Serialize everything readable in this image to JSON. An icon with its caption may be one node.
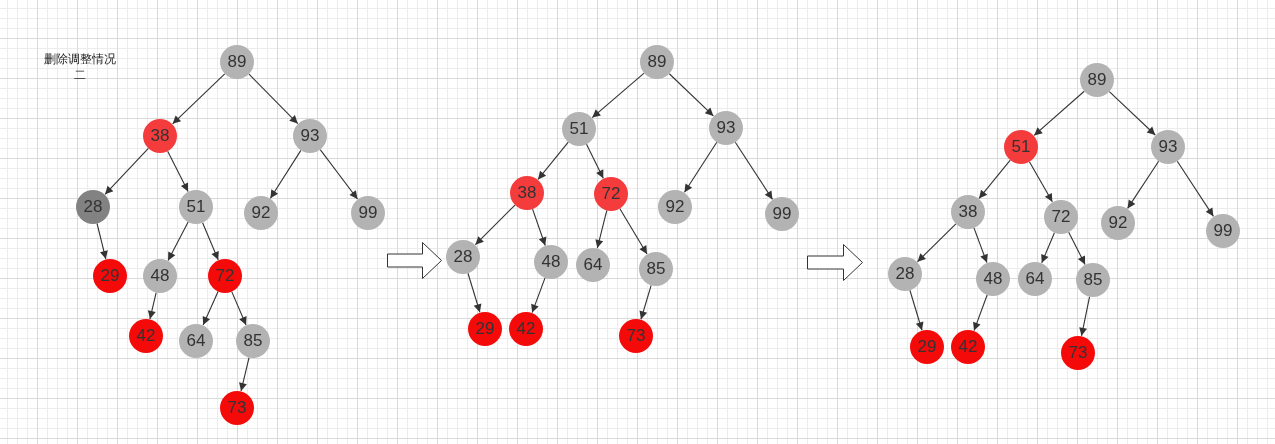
{
  "diagram": {
    "title": "删除调整情况二",
    "nodes": [
      {
        "text": [],
        "shape": "picture"
      },
      {
        "text": [
          "89"
        ],
        "in": 0
      },
      {
        "text": [
          "38"
        ],
        "in": 0
      },
      {
        "text": [
          "93"
        ],
        "in": 0
      },
      {
        "text": [
          "28"
        ],
        "in": 0
      },
      {
        "text": [
          "51"
        ],
        "in": 0
      },
      {
        "text": [
          "92"
        ],
        "in": 0
      },
      {
        "text": [
          "99"
        ],
        "in": 0
      },
      {
        "text": [
          "29"
        ],
        "in": 0
      },
      {
        "text": [
          "48"
        ],
        "in": 0
      },
      {
        "text": [
          "72"
        ],
        "in": 0
      },
      {
        "text": [
          "42"
        ],
        "in": 0
      },
      {
        "text": [
          "64"
        ],
        "in": 0
      },
      {
        "text": [
          "85"
        ],
        "in": 0
      },
      {
        "text": [
          "73"
        ],
        "in": 0
      },
      {
        "text": [],
        "shape": "picture"
      },
      {
        "text": [
          "89"
        ],
        "in": 15
      },
      {
        "text": [
          "51"
        ],
        "in": 15
      },
      {
        "text": [
          "93"
        ],
        "in": 15
      },
      {
        "text": [
          "38"
        ],
        "in": 15
      },
      {
        "text": [
          "72"
        ],
        "in": 15
      },
      {
        "text": [
          "92"
        ],
        "in": 15
      },
      {
        "text": [
          "99"
        ],
        "in": 15
      },
      {
        "text": [
          "28"
        ],
        "in": 15
      },
      {
        "text": [
          "48"
        ],
        "in": 15
      },
      {
        "text": [
          "64"
        ],
        "in": 15
      },
      {
        "text": [
          "85"
        ],
        "in": 15
      },
      {
        "text": [
          "29"
        ],
        "in": 15
      },
      {
        "text": [
          "42"
        ],
        "in": 15
      },
      {
        "text": [
          "73"
        ],
        "in": 15
      },
      {
        "text": [],
        "shape": "picture"
      },
      {
        "text": [
          "89"
        ],
        "in": 30
      },
      {
        "text": [
          "51"
        ],
        "in": 30
      },
      {
        "text": [
          "93"
        ],
        "in": 30
      },
      {
        "text": [
          "38"
        ],
        "in": 30
      },
      {
        "text": [
          "72"
        ],
        "in": 30
      },
      {
        "text": [
          "92"
        ],
        "in": 30
      },
      {
        "text": [
          "99"
        ],
        "in": 30
      },
      {
        "text": [
          "28"
        ],
        "in": 30
      },
      {
        "text": [
          "48"
        ],
        "in": 30
      },
      {
        "text": [
          "64"
        ],
        "in": 30
      },
      {
        "text": [
          "85"
        ],
        "in": 30
      },
      {
        "text": [
          "29"
        ],
        "in": 30
      },
      {
        "text": [
          "42"
        ],
        "in": 30
      },
      {
        "text": [
          "73"
        ],
        "in": 30
      }
    ],
    "edges": [
      {
        "from": 1,
        "to": 2,
        "arrow": "to"
      },
      {
        "from": 1,
        "to": 3,
        "arrow": "to"
      },
      {
        "from": 2,
        "to": 4,
        "arrow": "to"
      },
      {
        "from": 2,
        "to": 5,
        "arrow": "to"
      },
      {
        "from": 3,
        "to": 6,
        "arrow": "to"
      },
      {
        "from": 3,
        "to": 7,
        "arrow": "to"
      },
      {
        "from": 4,
        "to": 8,
        "arrow": "to"
      },
      {
        "from": 5,
        "to": 9,
        "arrow": "to"
      },
      {
        "from": 5,
        "to": 10,
        "arrow": "to"
      },
      {
        "from": 9,
        "to": 11,
        "arrow": "to"
      },
      {
        "from": 10,
        "to": 12,
        "arrow": "to"
      },
      {
        "from": 10,
        "to": 13,
        "arrow": "to"
      },
      {
        "from": 13,
        "to": 14,
        "arrow": "to"
      },
      {
        "from": 0,
        "to": 15,
        "arrow": "to",
        "style": "thick"
      },
      {
        "from": 16,
        "to": 17,
        "arrow": "to"
      },
      {
        "from": 16,
        "to": 18,
        "arrow": "to"
      },
      {
        "from": 17,
        "to": 19,
        "arrow": "to"
      },
      {
        "from": 17,
        "to": 20,
        "arrow": "to"
      },
      {
        "from": 18,
        "to": 21,
        "arrow": "to"
      },
      {
        "from": 18,
        "to": 22,
        "arrow": "to"
      },
      {
        "from": 19,
        "to": 23,
        "arrow": "to"
      },
      {
        "from": 19,
        "to": 24,
        "arrow": "to"
      },
      {
        "from": 20,
        "to": 25,
        "arrow": "to"
      },
      {
        "from": 20,
        "to": 26,
        "arrow": "to"
      },
      {
        "from": 23,
        "to": 27,
        "arrow": "to"
      },
      {
        "from": 24,
        "to": 28,
        "arrow": "to"
      },
      {
        "from": 26,
        "to": 29,
        "arrow": "to"
      },
      {
        "from": 15,
        "to": 30,
        "arrow": "to",
        "style": "thick"
      },
      {
        "from": 31,
        "to": 32,
        "arrow": "to"
      },
      {
        "from": 31,
        "to": 33,
        "arrow": "to"
      },
      {
        "from": 32,
        "to": 34,
        "arrow": "to"
      },
      {
        "from": 32,
        "to": 35,
        "arrow": "to"
      },
      {
        "from": 33,
        "to": 36,
        "arrow": "to"
      },
      {
        "from": 33,
        "to": 37,
        "arrow": "to"
      },
      {
        "from": 34,
        "to": 38,
        "arrow": "to"
      },
      {
        "from": 34,
        "to": 39,
        "arrow": "to"
      },
      {
        "from": 35,
        "to": 40,
        "arrow": "to"
      },
      {
        "from": 35,
        "to": 41,
        "arrow": "to"
      },
      {
        "from": 38,
        "to": 42,
        "arrow": "to"
      },
      {
        "from": 39,
        "to": 43,
        "arrow": "to"
      },
      {
        "from": 41,
        "to": 44,
        "arrow": "to"
      }
    ]
  }
}
